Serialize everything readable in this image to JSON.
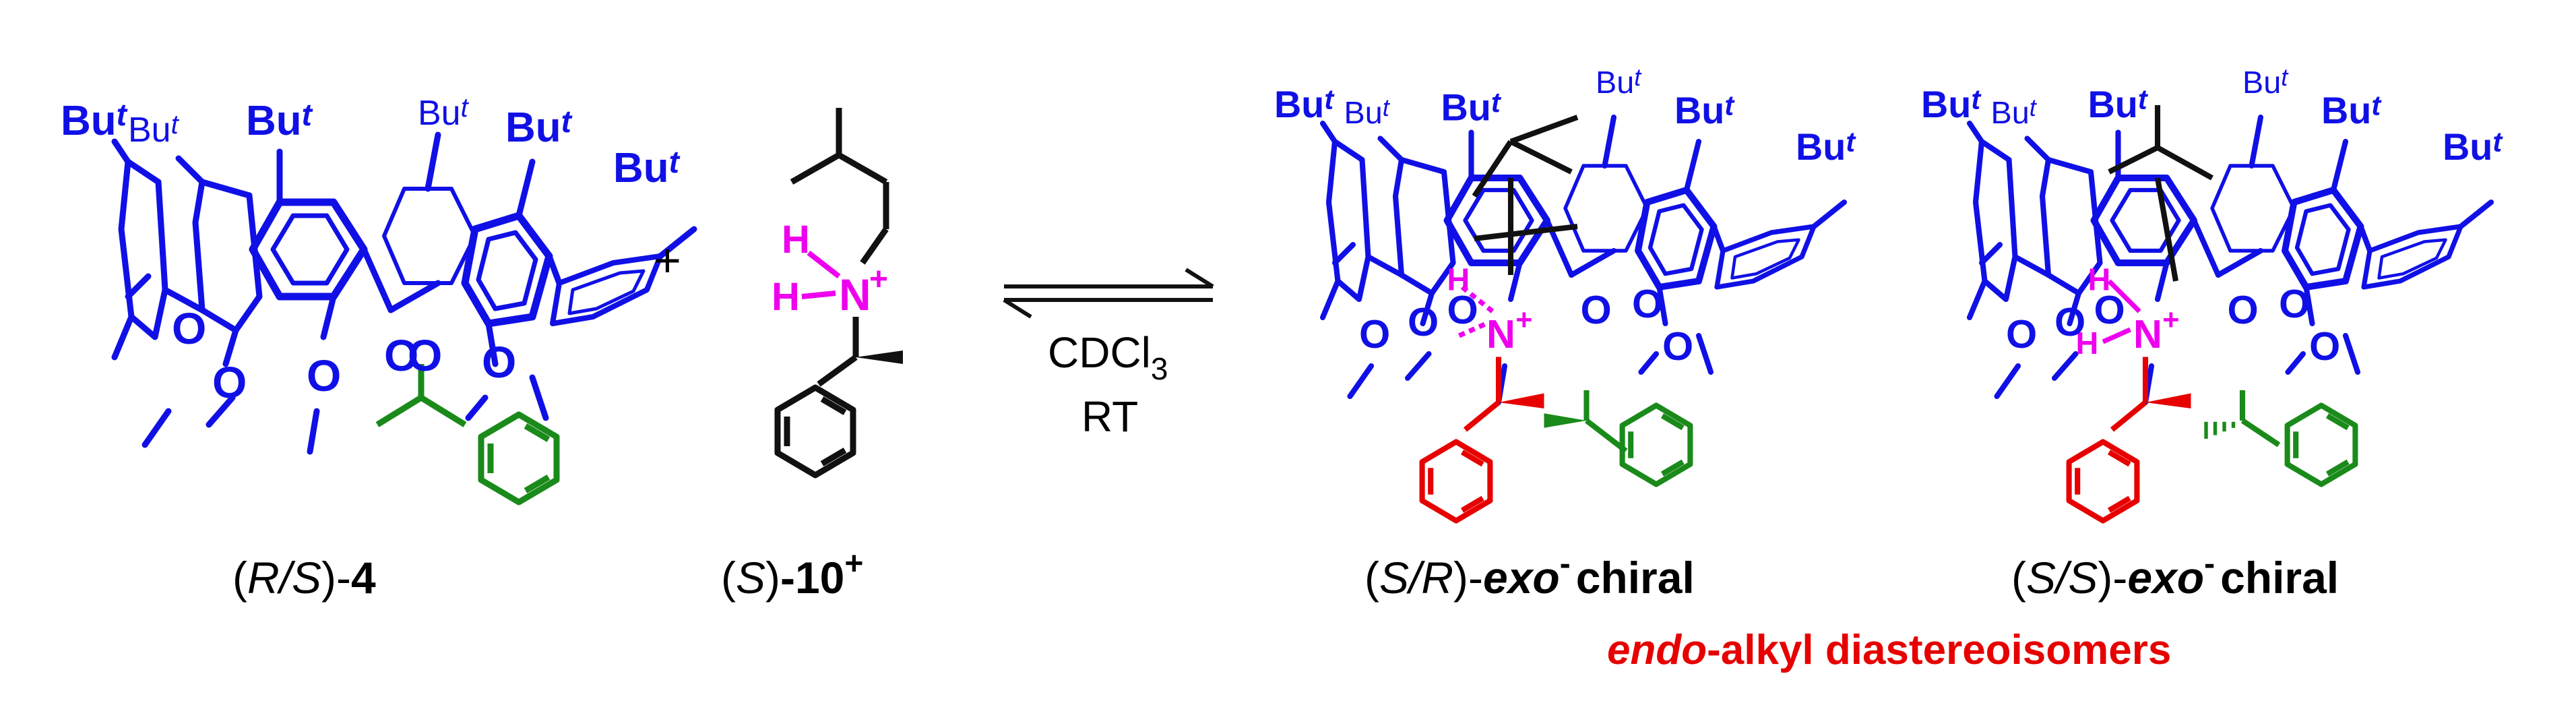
{
  "colors": {
    "calixarene": "#1010e6",
    "ammonium": "#ee00ee",
    "green_substituent": "#1a8a1a",
    "red_substituent": "#e60000",
    "guest_chain": "#111111"
  },
  "reactant_host": {
    "bu_labels": [
      "Bu",
      "t",
      "Bu",
      "t",
      "Bu",
      "t",
      "Bu",
      "t",
      "Bu",
      "t",
      "Bu",
      "t"
    ],
    "o_labels": [
      "O",
      "O",
      "O",
      "O",
      "O",
      "O"
    ],
    "label": {
      "prefix_open": "(",
      "stereo": "R/S",
      "prefix_close": ")-",
      "number": "4"
    }
  },
  "plus_sign": "+",
  "guest": {
    "atoms": {
      "h": "H",
      "h2": "H",
      "n": "N",
      "plus": "+"
    },
    "label": {
      "prefix_open": "(",
      "stereo": "S",
      "prefix_close": ")",
      "number": "-10",
      "charge": "+"
    }
  },
  "conditions": {
    "solvent": "CDCl",
    "solvent_sub": "3",
    "temperature": "RT"
  },
  "product_1": {
    "bu_labels": [
      "Bu",
      "t",
      "Bu",
      "t",
      "Bu",
      "t",
      "Bu",
      "t",
      "Bu",
      "t",
      "Bu",
      "t"
    ],
    "o_labels": [
      "O",
      "O",
      "O",
      "O",
      "O",
      "O"
    ],
    "nh": {
      "h": "H",
      "n": "N",
      "plus": "+"
    },
    "label": {
      "prefix_open": "(",
      "stereo": "S/R",
      "prefix_close": ")-",
      "exo": "exo",
      "sup": "-",
      "word": "chiral"
    }
  },
  "product_2": {
    "bu_labels": [
      "Bu",
      "t",
      "Bu",
      "t",
      "Bu",
      "t",
      "Bu",
      "t",
      "Bu",
      "t",
      "Bu",
      "t"
    ],
    "o_labels": [
      "O",
      "O",
      "O",
      "O",
      "O",
      "O"
    ],
    "nh": {
      "h": "H",
      "h2": "H",
      "n": "N",
      "plus": "+"
    },
    "label": {
      "prefix_open": "(",
      "stereo": "S/S",
      "prefix_close": ")-",
      "exo": "exo",
      "sup": "-",
      "word": "chiral"
    }
  },
  "footnote": {
    "endo": "endo",
    "rest": "-alkyl diastereoisomers"
  }
}
